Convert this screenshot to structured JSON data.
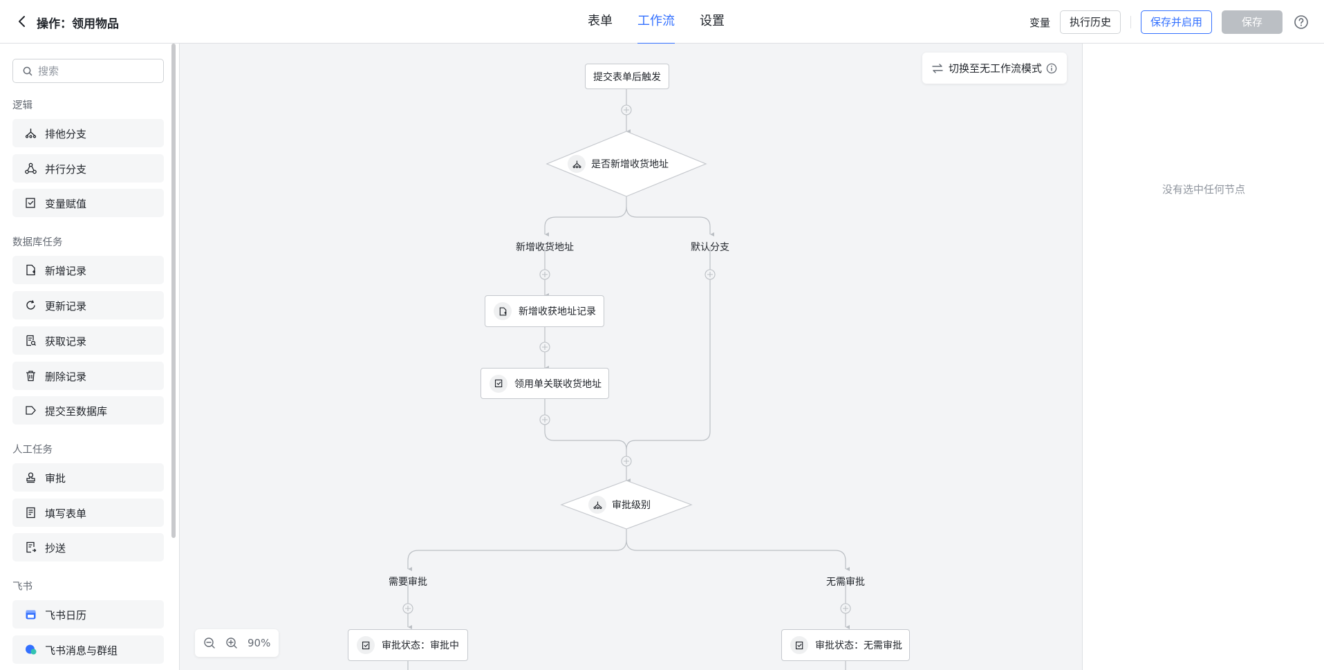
{
  "header": {
    "title": "操作：领用物品",
    "tabs": [
      {
        "label": "表单",
        "active": false
      },
      {
        "label": "工作流",
        "active": true
      },
      {
        "label": "设置",
        "active": false
      }
    ],
    "variables_label": "变量",
    "history_label": "执行历史",
    "save_enable_label": "保存并启用",
    "save_label": "保存"
  },
  "sidebar": {
    "search_placeholder": "搜索",
    "sections": [
      {
        "title": "逻辑",
        "items": [
          {
            "label": "排他分支",
            "icon": "exclusive-branch-icon"
          },
          {
            "label": "并行分支",
            "icon": "parallel-branch-icon"
          },
          {
            "label": "变量赋值",
            "icon": "assign-variable-icon"
          }
        ]
      },
      {
        "title": "数据库任务",
        "items": [
          {
            "label": "新增记录",
            "icon": "add-record-icon"
          },
          {
            "label": "更新记录",
            "icon": "update-record-icon"
          },
          {
            "label": "获取记录",
            "icon": "get-record-icon"
          },
          {
            "label": "删除记录",
            "icon": "delete-record-icon"
          },
          {
            "label": "提交至数据库",
            "icon": "submit-db-icon"
          }
        ]
      },
      {
        "title": "人工任务",
        "items": [
          {
            "label": "审批",
            "icon": "approve-icon"
          },
          {
            "label": "填写表单",
            "icon": "fill-form-icon"
          },
          {
            "label": "抄送",
            "icon": "cc-icon"
          }
        ]
      },
      {
        "title": "飞书",
        "items": [
          {
            "label": "飞书日历",
            "icon": "feishu-calendar-icon"
          },
          {
            "label": "飞书消息与群组",
            "icon": "feishu-message-icon"
          }
        ]
      }
    ]
  },
  "canvas": {
    "switch_label": "切换至无工作流模式",
    "zoom": "90%",
    "trigger": "提交表单后触发",
    "condition1": "是否新增收货地址",
    "branch1_left": "新增收货地址",
    "branch1_right": "默认分支",
    "node_add_address": "新增收获地址记录",
    "node_link_address": "领用单关联收货地址",
    "condition2": "审批级别",
    "branch2_left": "需要审批",
    "branch2_right": "无需审批",
    "node_approving": "审批状态：审批中",
    "node_no_approval": "审批状态：无需审批"
  },
  "right_panel": {
    "empty_text": "没有选中任何节点"
  },
  "colors": {
    "accent": "#3370ff",
    "canvas_bg": "#f3f4f6",
    "connector": "#bbbfc4"
  }
}
